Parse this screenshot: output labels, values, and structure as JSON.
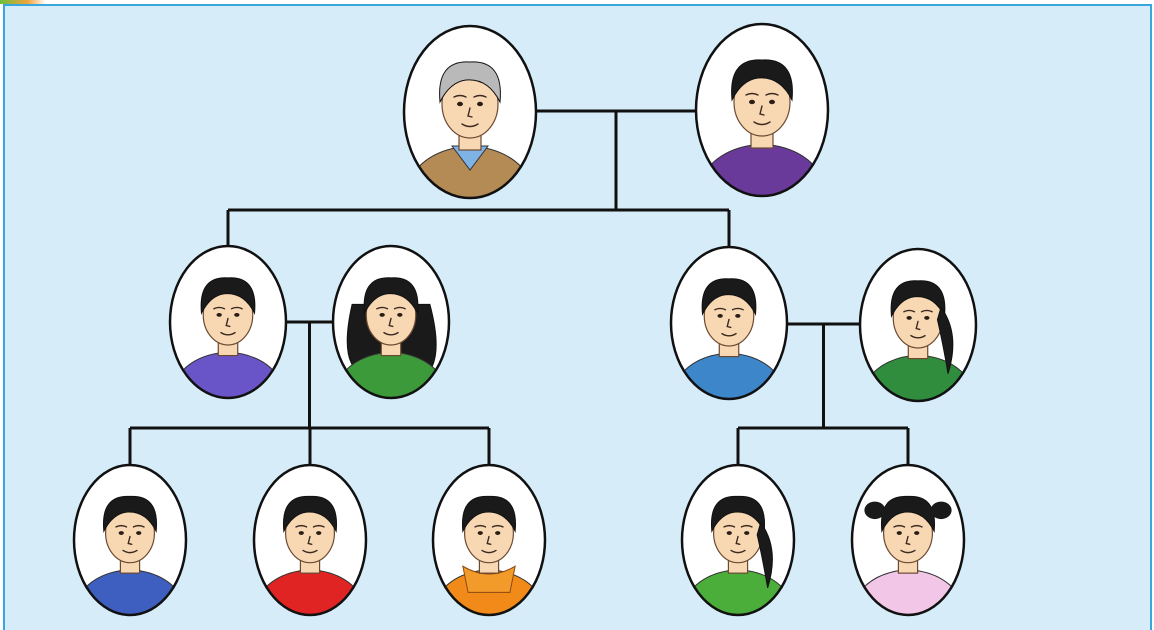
{
  "diagram": {
    "type": "family-tree",
    "colors": {
      "background": "#d6edf9",
      "border": "#3aa6e0",
      "connector": "#111111",
      "portrait_frame": "#111111",
      "portrait_fill": "#ffffff"
    },
    "nodes": [
      {
        "id": "grandfather",
        "generation": 1,
        "hair": "#b9b9b9",
        "shirt": "#b48a55",
        "collar": "#7fb3e6"
      },
      {
        "id": "grandmother",
        "generation": 1,
        "hair": "#1a1a1a",
        "shirt": "#6a3a9a"
      },
      {
        "id": "father-left",
        "generation": 2,
        "hair": "#1a1a1a",
        "shirt": "#6a55c8"
      },
      {
        "id": "mother-left",
        "generation": 2,
        "hair": "#1a1a1a",
        "shirt": "#3d9a3a",
        "long_hair": true
      },
      {
        "id": "father-right",
        "generation": 2,
        "hair": "#1a1a1a",
        "shirt": "#3c86c9"
      },
      {
        "id": "mother-right",
        "generation": 2,
        "hair": "#1a1a1a",
        "shirt": "#2f8d3d",
        "ponytail": true
      },
      {
        "id": "son-1",
        "generation": 3,
        "hair": "#1a1a1a",
        "shirt": "#3f5fc0"
      },
      {
        "id": "son-2",
        "generation": 3,
        "hair": "#1a1a1a",
        "shirt": "#e02424"
      },
      {
        "id": "son-3",
        "generation": 3,
        "hair": "#1a1a1a",
        "shirt": "#f28a1a",
        "scarf": true
      },
      {
        "id": "daughter-1",
        "generation": 3,
        "hair": "#1a1a1a",
        "shirt": "#4cae3a",
        "ponytail": true
      },
      {
        "id": "daughter-2",
        "generation": 3,
        "hair": "#1a1a1a",
        "shirt": "#f2c6e6",
        "pigtails": true
      }
    ],
    "couples": [
      {
        "partners": [
          "grandfather",
          "grandmother"
        ],
        "children": [
          "father-left",
          "father-right"
        ]
      },
      {
        "partners": [
          "father-left",
          "mother-left"
        ],
        "children": [
          "son-1",
          "son-2",
          "son-3"
        ]
      },
      {
        "partners": [
          "father-right",
          "mother-right"
        ],
        "children": [
          "daughter-1",
          "daughter-2"
        ]
      }
    ]
  }
}
